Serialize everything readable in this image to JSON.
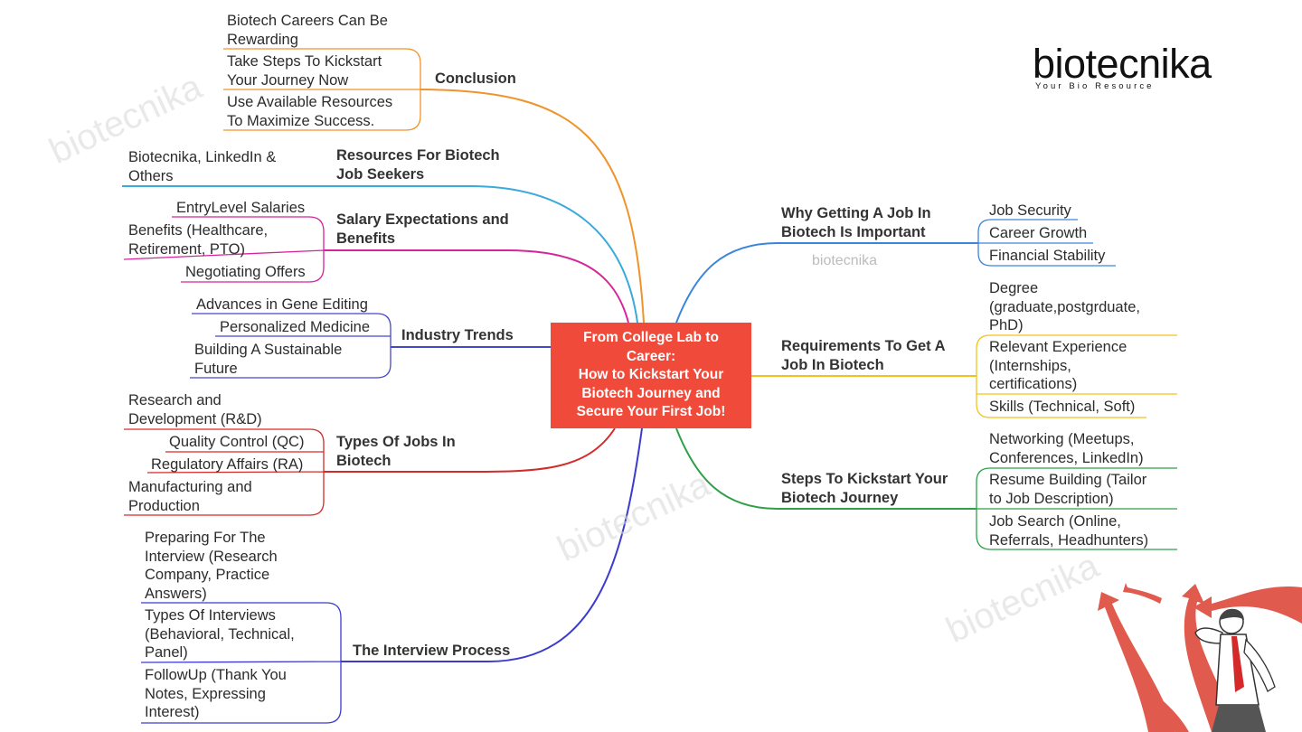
{
  "center": {
    "text": "From College Lab to\nCareer:\nHow to Kickstart Your\nBiotech Journey and\nSecure Your First Job!",
    "color": "#f04a3a"
  },
  "logo": {
    "name": "biotecnika",
    "tagline": "Your Bio Resource"
  },
  "watermark_text": "biotecnika",
  "branches": {
    "conclusion": {
      "label": "Conclusion",
      "color": "#f0932a",
      "items": [
        "Biotech Careers Can Be\nRewarding",
        "Take Steps To Kickstart\nYour Journey Now",
        "Use Available Resources\nTo Maximize Success."
      ]
    },
    "resources": {
      "label": "Resources For Biotech\nJob Seekers",
      "color": "#3aa9dc",
      "items": [
        "Biotecnika, LinkedIn &\nOthers"
      ]
    },
    "salary": {
      "label": "Salary Expectations and\nBenefits",
      "color": "#d6249a",
      "items": [
        "EntryLevel Salaries",
        "Benefits (Healthcare,\nRetirement, PTO)",
        "Negotiating Offers"
      ]
    },
    "trends": {
      "label": "Industry Trends",
      "color": "#4747cc",
      "items": [
        "Advances in Gene Editing",
        "Personalized Medicine",
        "Building A Sustainable\nFuture"
      ]
    },
    "types": {
      "label": "Types Of Jobs In\nBiotech",
      "color": "#d42a2a",
      "items": [
        "Research and\nDevelopment (R&D)",
        "Quality Control (QC)",
        "Regulatory Affairs (RA)",
        "Manufacturing and\nProduction"
      ]
    },
    "interview": {
      "label": "The Interview Process",
      "color": "#3b3bd0",
      "items": [
        "Preparing For The\nInterview (Research\nCompany, Practice\nAnswers)",
        "Types Of Interviews\n(Behavioral, Technical,\nPanel)",
        "FollowUp (Thank You\nNotes, Expressing\nInterest)"
      ]
    },
    "why": {
      "label": "Why Getting A Job In\nBiotech Is Important",
      "color": "#3a86dc",
      "items": [
        "Job Security",
        "Career Growth",
        "Financial Stability"
      ]
    },
    "requirements": {
      "label": "Requirements To Get A\nJob In Biotech",
      "color": "#f2c21a",
      "items": [
        "Degree\n(graduate,postgrduate,\nPhD)",
        "Relevant Experience\n(Internships,\ncertifications)",
        "Skills (Technical, Soft)"
      ]
    },
    "steps": {
      "label": "Steps To Kickstart Your\nBiotech Journey",
      "color": "#2ea04a",
      "items": [
        "Networking (Meetups,\nConferences, LinkedIn)",
        "Resume Building (Tailor\nto Job Description)",
        "Job Search (Online,\nReferrals, Headhunters)"
      ]
    }
  },
  "illustration": {
    "name": "man-with-arrows-illustration",
    "arrow_color": "#e05a4e"
  }
}
